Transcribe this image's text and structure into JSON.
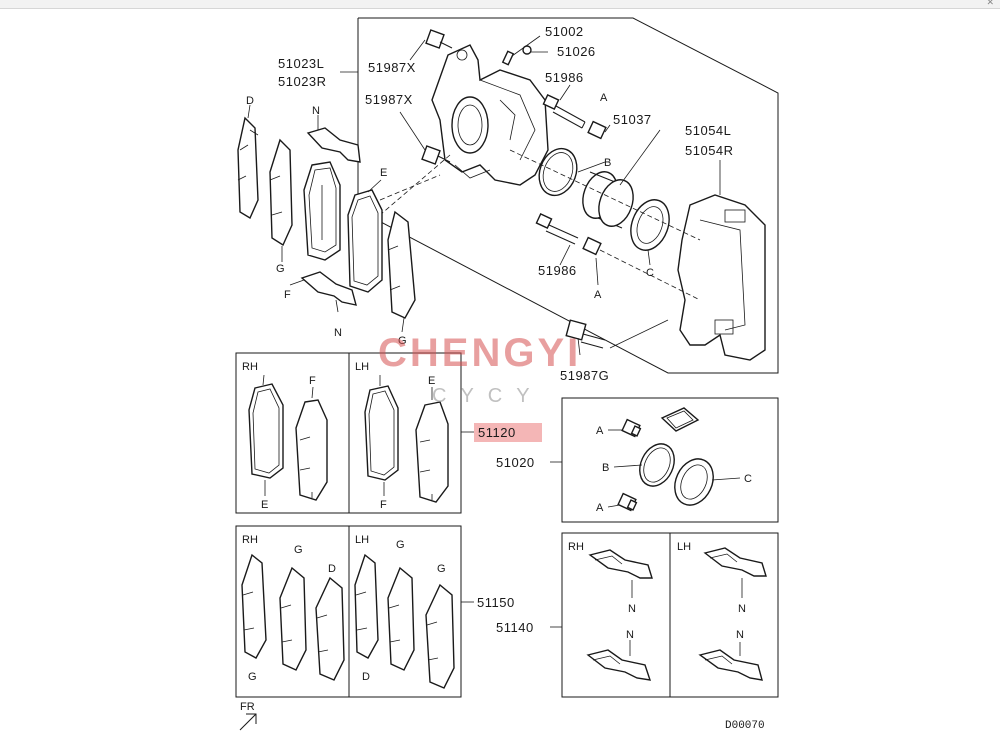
{
  "labels": {
    "caliper_l": "51023L",
    "caliper_r": "51023R",
    "bolt_top": "51987X",
    "bolt_mid": "51987X",
    "bleeder": "51002",
    "bleeder_cap": "51026",
    "guide_pin_top": "51986",
    "guide_pin_bot": "51986",
    "piston": "51037",
    "bracket_l": "51054L",
    "bracket_r": "51054R",
    "bracket_bolt": "51987G",
    "pad_kit": "51120",
    "seal_kit": "51020",
    "shim_kit": "51150",
    "clip_kit": "51140"
  },
  "letters": {
    "A": "A",
    "B": "B",
    "C": "C",
    "D": "D",
    "E": "E",
    "F": "F",
    "G": "G",
    "N": "N"
  },
  "boxes": {
    "rh": "RH",
    "lh": "LH"
  },
  "fr_label": "FR",
  "diagram_code": "D00070",
  "watermark": {
    "main": "CHENGYI",
    "sub": "CYCY"
  },
  "colors": {
    "highlight": "#f4b6b6",
    "watermark": "#d65050"
  }
}
